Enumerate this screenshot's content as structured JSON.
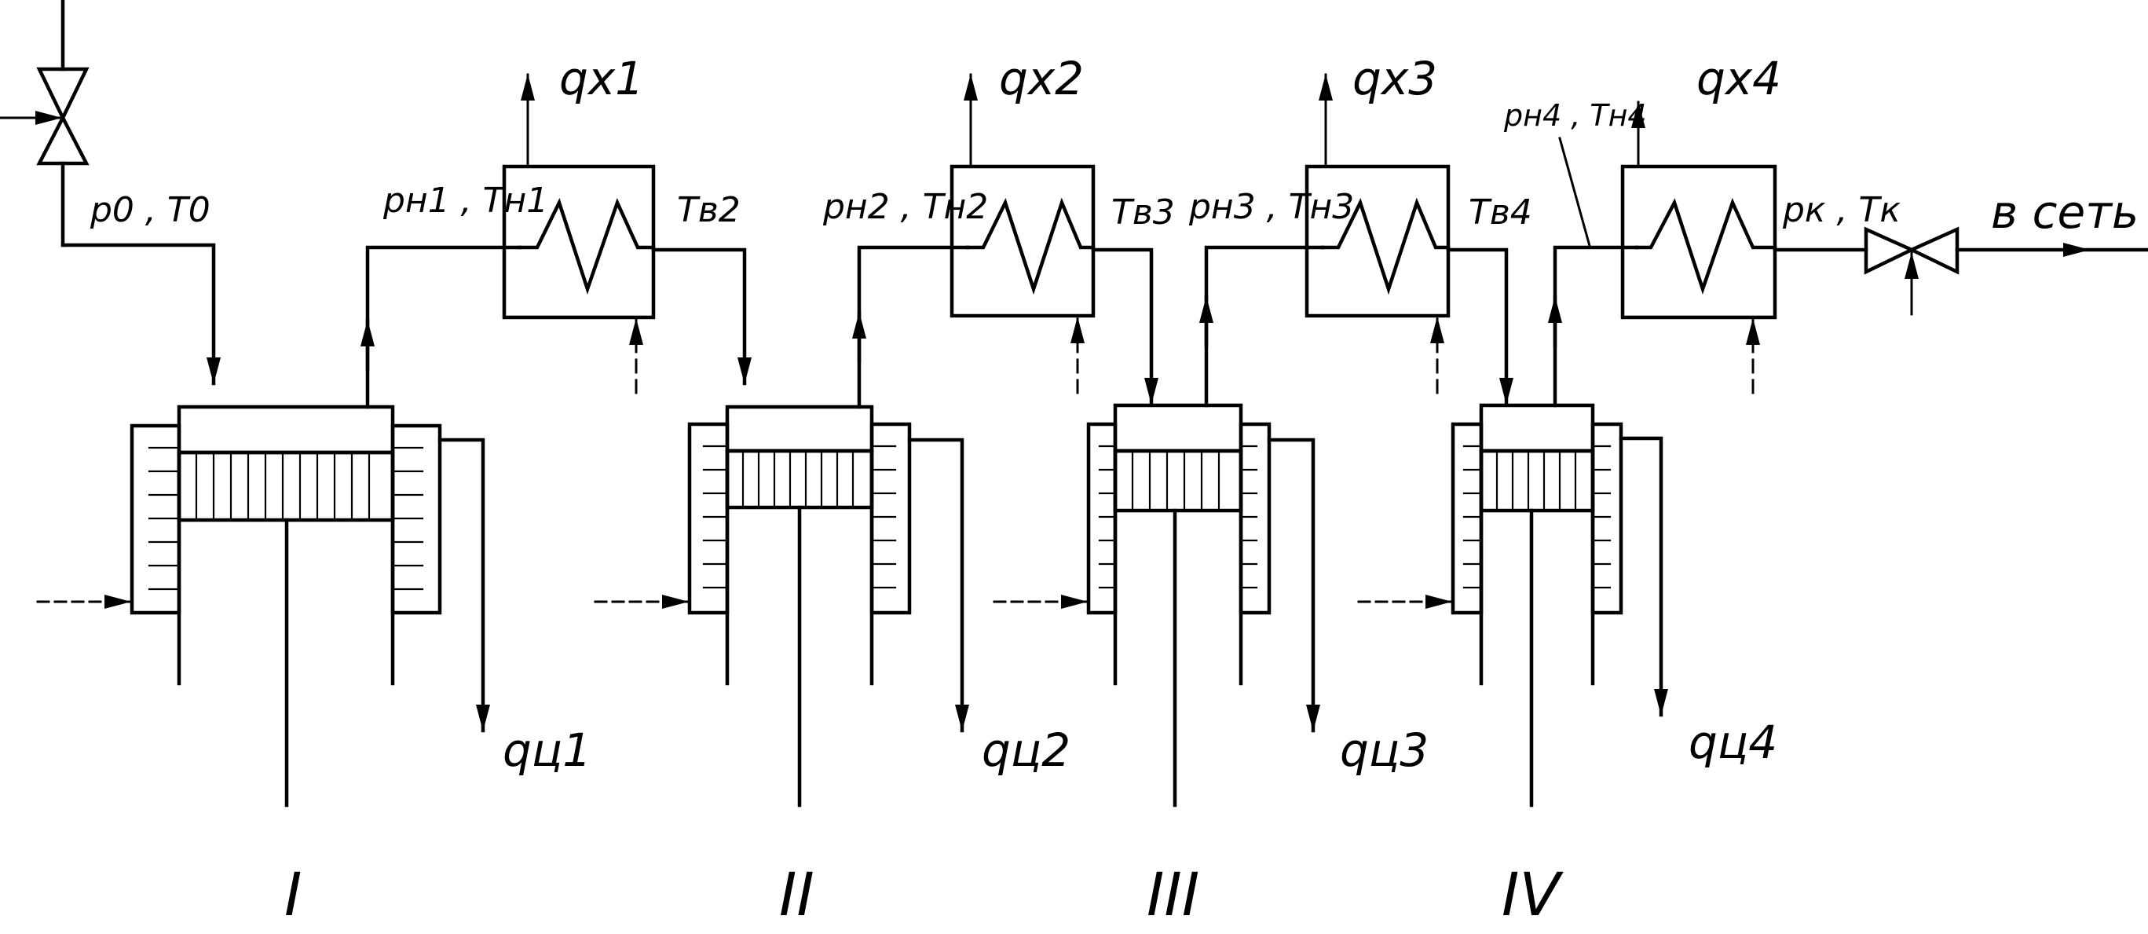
{
  "inlet": {
    "label": "p0 , T0"
  },
  "outlet": {
    "label": "в сеть"
  },
  "stages": [
    {
      "numeral": "I",
      "cooler_heat": "qх1",
      "cylinder_heat": "qц1",
      "discharge": "pн1 , Tн1",
      "cooler_out_temp": "Tв2"
    },
    {
      "numeral": "II",
      "cooler_heat": "qх2",
      "cylinder_heat": "qц2",
      "discharge": "pн2 , Tн2",
      "cooler_out_temp": "Tв3"
    },
    {
      "numeral": "III",
      "cooler_heat": "qх3",
      "cylinder_heat": "qц3",
      "discharge": "pн3 , Tн3",
      "cooler_out_temp": "Tв4"
    },
    {
      "numeral": "IV",
      "cooler_heat": "qх4",
      "cylinder_heat": "qц4",
      "discharge": "pн4 , Tн4",
      "cooler_out_temp": "pк , Tк"
    }
  ]
}
